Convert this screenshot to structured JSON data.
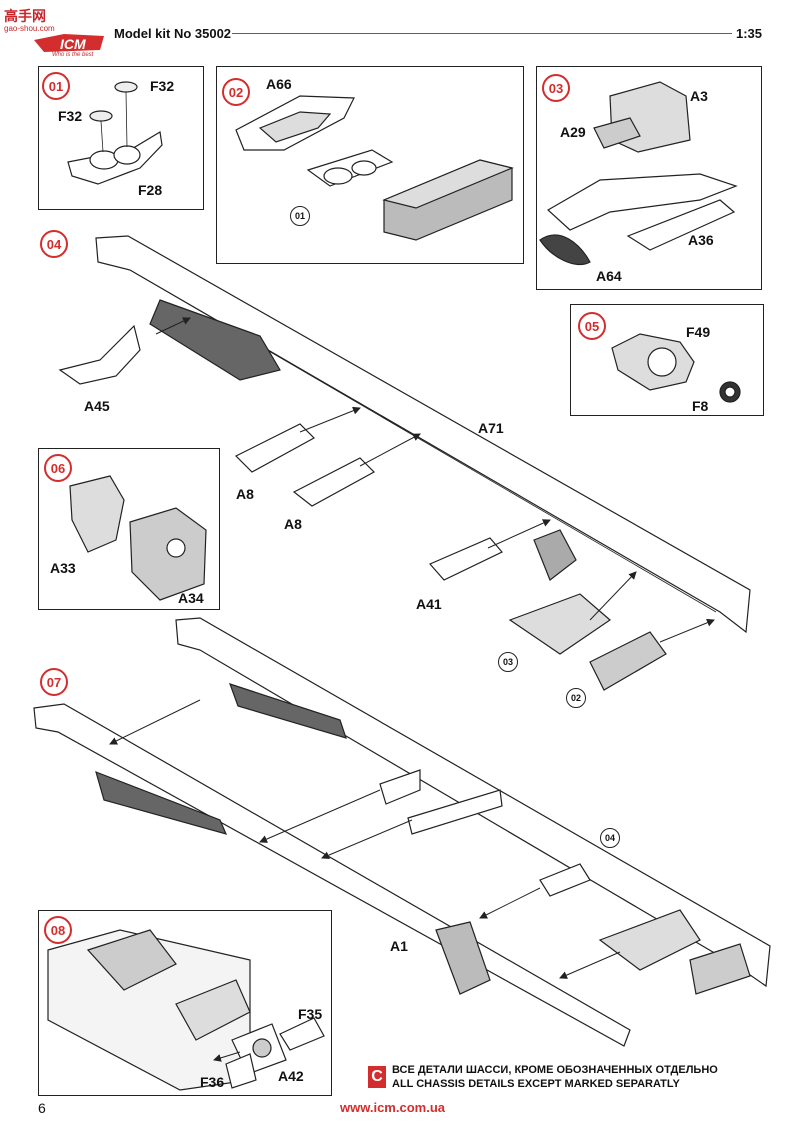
{
  "header": {
    "title": "Model kit No 35002",
    "scale": "1:35",
    "logo_watermark": "高手网",
    "logo_domain": "gao-shou.com",
    "logo_brand": "ICM",
    "logo_tagline": "Who is the best"
  },
  "steps": [
    {
      "number": "01",
      "parts": [
        "F32",
        "F32",
        "F28"
      ]
    },
    {
      "number": "02",
      "parts": [
        "A66"
      ],
      "ref": "01"
    },
    {
      "number": "03",
      "parts": [
        "A3",
        "A29",
        "A36",
        "A64"
      ]
    },
    {
      "number": "04",
      "parts": [
        "A45",
        "A71",
        "A8",
        "A8",
        "A41"
      ],
      "refs": [
        "03",
        "02"
      ]
    },
    {
      "number": "05",
      "parts": [
        "F49",
        "F8"
      ]
    },
    {
      "number": "06",
      "parts": [
        "A33",
        "A34"
      ]
    },
    {
      "number": "07",
      "parts": [
        "A1"
      ],
      "ref": "04"
    },
    {
      "number": "08",
      "parts": [
        "F35",
        "F36",
        "A42"
      ]
    }
  ],
  "note": {
    "icon": "C",
    "ru": "ВСЕ ДЕТАЛИ ШАССИ, КРОМЕ ОБОЗНАЧЕННЫХ ОТДЕЛЬНО",
    "en": "ALL CHASSIS DETAILS EXCEPT MARKED SEPARATLY"
  },
  "footer": {
    "page_number": "6",
    "url": "www.icm.com.ua"
  },
  "colors": {
    "accent": "#d42d2d",
    "line": "#222222"
  }
}
